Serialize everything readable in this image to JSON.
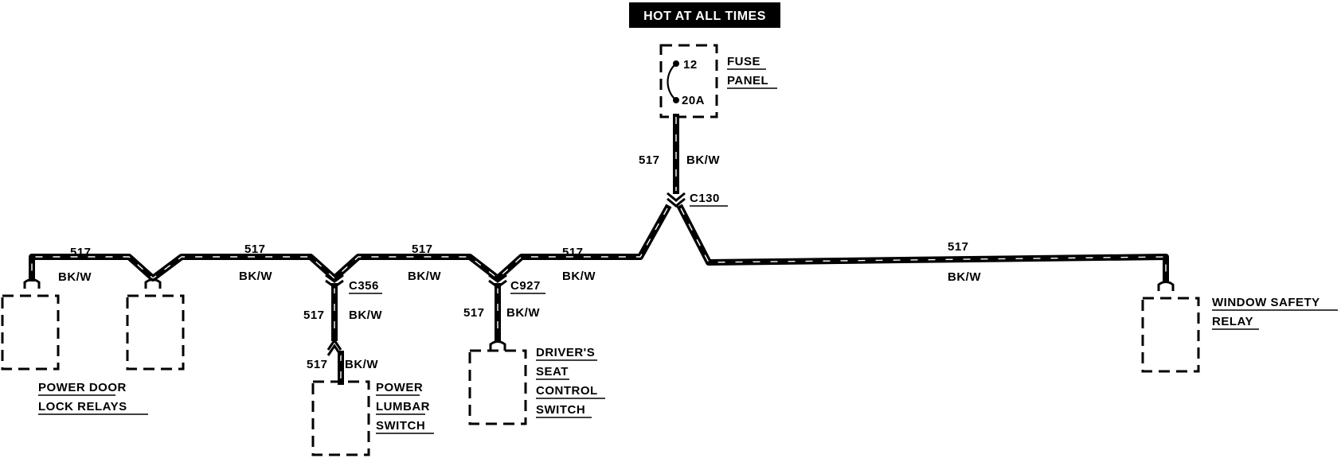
{
  "title": "HOT AT ALL TIMES",
  "fuse": {
    "label_lines": [
      "FUSE",
      "PANEL"
    ],
    "number": "12",
    "rating": "20A"
  },
  "wire": {
    "circuit": "517",
    "color": "BK/W"
  },
  "connectors": {
    "c130": "C130",
    "c356": "C356",
    "c927": "C927"
  },
  "components": {
    "power_door_lock_relays": [
      "POWER DOOR",
      "LOCK RELAYS"
    ],
    "power_lumbar_switch": [
      "POWER",
      "LUMBAR",
      "SWITCH"
    ],
    "drivers_seat_control_switch": [
      "DRIVER'S",
      "SEAT",
      "CONTROL",
      "SWITCH"
    ],
    "window_safety_relay": [
      "WINDOW SAFETY",
      "RELAY"
    ]
  },
  "colors": {
    "ink": "#000000",
    "paper": "#ffffff"
  }
}
